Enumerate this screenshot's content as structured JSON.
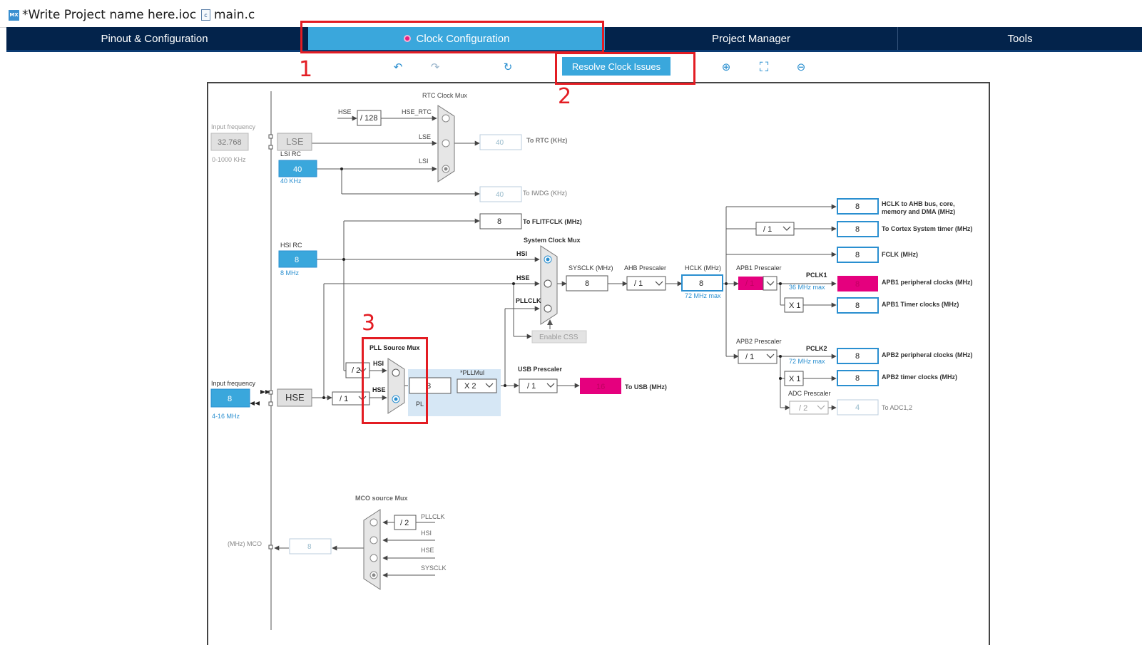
{
  "editor_tabs": [
    {
      "label": "*Write Project name here.ioc",
      "icon": "mx-file-icon"
    },
    {
      "label": "main.c",
      "icon": "c-file-icon"
    }
  ],
  "main_tabs": [
    "Pinout & Configuration",
    "Clock Configuration",
    "Project Manager",
    "Tools"
  ],
  "toolbar": {
    "resolve_label": "Resolve Clock Issues",
    "icons": [
      "undo-icon",
      "redo-icon",
      "refresh-icon",
      "zoom-in-icon",
      "fit-icon",
      "zoom-out-icon"
    ]
  },
  "annotations": [
    "1",
    "2",
    "3"
  ],
  "colors": {
    "accent": "#3aa7dc",
    "navbar": "#03234b",
    "error": "#e5007e",
    "annotation": "#e31c23",
    "field_border": "#2a8fd0"
  },
  "clock": {
    "rtc_mux": "RTC Clock Mux",
    "hse": "HSE",
    "div128": "/ 128",
    "hse_rtc": "HSE_RTC",
    "lse_lbl": "LSE",
    "lsi_lbl": "LSI",
    "input_freq_lbl": "Input frequency",
    "lse_freq": "32.768",
    "lse_range": "0-1000 KHz",
    "lse_block": "LSE",
    "lsi_rc": "LSI RC",
    "lsi_val": "40",
    "lsi_unit": "40 KHz",
    "rtc_val": "40",
    "rtc_lbl": "To RTC (KHz)",
    "iwdg_val": "40",
    "iwdg_lbl": "To IWDG (KHz)",
    "flit_val": "8",
    "flit_lbl": "To FLITFCLK (MHz)",
    "sys_mux": "System Clock Mux",
    "hsi_rc": "HSI RC",
    "hsi_val": "8",
    "hsi_unit": "8 MHz",
    "hsi": "HSI",
    "pllclk": "PLLCLK",
    "enable_css": "Enable CSS",
    "sysclk_lbl": "SYSCLK (MHz)",
    "sysclk_val": "8",
    "ahb_lbl": "AHB Prescaler",
    "ahb_val": "/ 1",
    "hclk_lbl": "HCLK (MHz)",
    "hclk_val": "8",
    "hclk_max": "72 MHz max",
    "apb1_lbl": "APB1 Prescaler",
    "apb1_val": "/ 1",
    "pclk1": "PCLK1",
    "pclk1_max": "36 MHz max",
    "cortex_div": "/ 1",
    "x1a": "X 1",
    "x1b": "X 1",
    "apb2_lbl": "APB2 Prescaler",
    "apb2_val": "/ 1",
    "pclk2": "PCLK2",
    "pclk2_max": "72 MHz max",
    "adc_lbl": "ADC Prescaler",
    "adc_val": "/ 2",
    "out_hclk": "8",
    "out_hclk_lbl1": "HCLK to AHB bus, core,",
    "out_hclk_lbl2": "memory and DMA (MHz)",
    "out_cortex": "8",
    "out_cortex_lbl": "To Cortex System timer (MHz)",
    "out_fclk": "8",
    "out_fclk_lbl": "FCLK (MHz)",
    "out_apb1": "8",
    "out_apb1_lbl": "APB1 peripheral clocks (MHz)",
    "out_apb1t": "8",
    "out_apb1t_lbl": "APB1 Timer clocks (MHz)",
    "out_apb2": "8",
    "out_apb2_lbl": "APB2 peripheral clocks (MHz)",
    "out_apb2t": "8",
    "out_apb2t_lbl": "APB2 timer clocks (MHz)",
    "out_adc": "4",
    "out_adc_lbl": "To ADC1,2",
    "pll_mux": "PLL Source Mux",
    "pll_hsi": "HSI",
    "pll_hse": "HSE",
    "div2": "/ 2",
    "hse_div1": "/ 1",
    "hse_freq": "8",
    "hse_range": "4-16 MHz",
    "hse_block": "HSE",
    "pll_val": "8",
    "pllmul_lbl": "*PLLMul",
    "pllmul_val": "X 2",
    "pll_lbl": "PL",
    "usb_lbl": "USB Prescaler",
    "usb_val": "/ 1",
    "usb_out": "16",
    "usb_out_lbl": "To USB (MHz)",
    "mco_mux": "MCO source Mux",
    "mco_div": "/ 2",
    "mco_pllclk": "PLLCLK",
    "mco_hsi": "HSI",
    "mco_hse": "HSE",
    "mco_sysclk": "SYSCLK",
    "mco_lbl": "(MHz) MCO",
    "mco_val": "8"
  }
}
